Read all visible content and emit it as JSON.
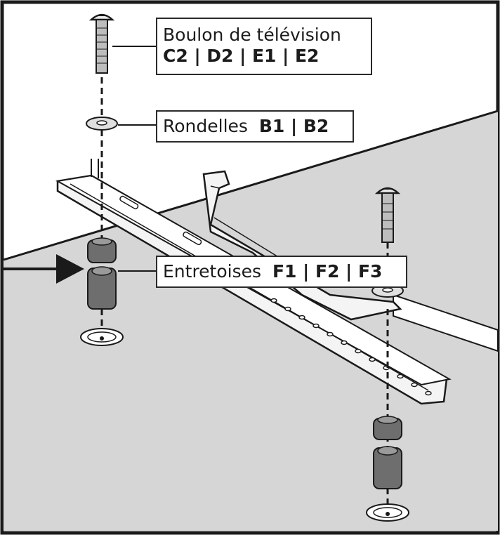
{
  "labels": {
    "bolt": {
      "name": "Boulon de télévision",
      "codes": "C2 | D2 | E1 | E2"
    },
    "washer": {
      "name": "Rondelles",
      "codes": "B1 | B2"
    },
    "spacer": {
      "name": "Entretoises",
      "codes": "F1 | F2 | F3"
    }
  },
  "colors": {
    "background": "#ffffff",
    "wall": "#d6d6d6",
    "outline": "#1a1a1a",
    "spacer": "#6e6e6e",
    "bracket": "#f4f4f4"
  }
}
